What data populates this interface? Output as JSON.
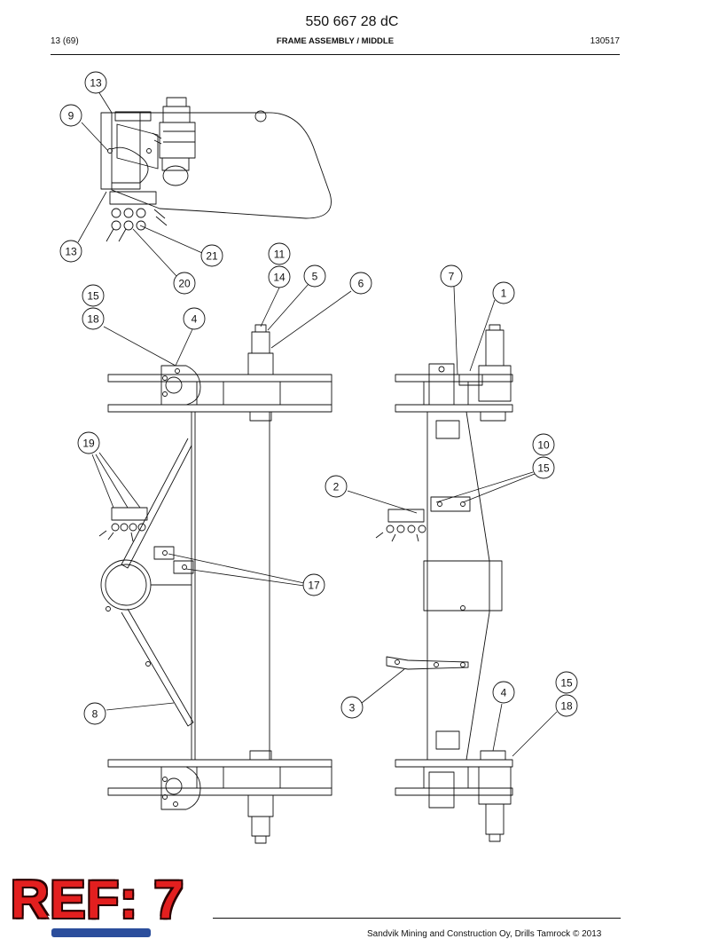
{
  "header": {
    "document_number": "550 667 28 dC",
    "page": "13 (69)",
    "section_title": "FRAME ASSEMBLY / MIDDLE",
    "revision": "130517"
  },
  "callouts": [
    "13",
    "9",
    "13",
    "21",
    "20",
    "11",
    "14",
    "5",
    "6",
    "15",
    "18",
    "4",
    "7",
    "1",
    "19",
    "10",
    "15",
    "2",
    "17",
    "15",
    "4",
    "18",
    "3",
    "8"
  ],
  "stamp": {
    "text": "REF: 7"
  },
  "footer": {
    "copyright": "Sandvik Mining and Construction Oy, Drills Tamrock © 2013"
  },
  "colors": {
    "stamp": "#e31f1f",
    "logo": "#2b4e9c",
    "line": "#111111"
  }
}
